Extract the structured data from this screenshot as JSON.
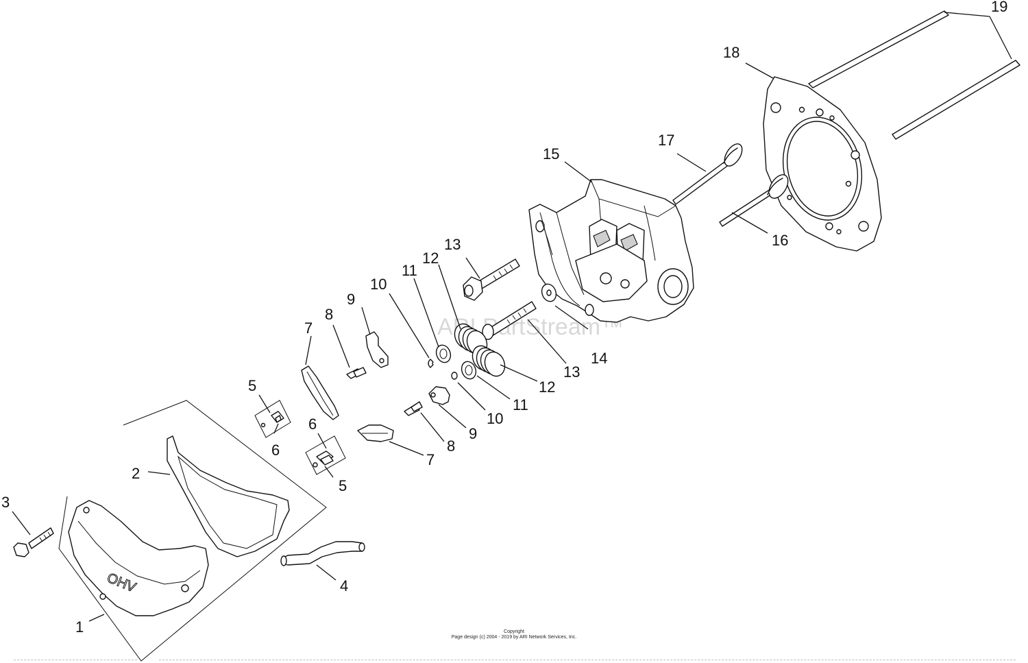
{
  "watermark": "ARI PartStream™",
  "copyright": {
    "line1": "Copyright",
    "line2": "Page design (c) 2004 - 2019 by ARI Network Services, Inc."
  },
  "callouts": {
    "n1": "1",
    "n2": "2",
    "n3": "3",
    "n4": "4",
    "n5a": "5",
    "n5b": "5",
    "n6a": "6",
    "n6b": "6",
    "n7a": "7",
    "n7b": "7",
    "n8a": "8",
    "n8b": "8",
    "n9a": "9",
    "n9b": "9",
    "n10a": "10",
    "n10b": "10",
    "n11a": "11",
    "n11b": "11",
    "n12a": "12",
    "n12b": "12",
    "n13a": "13",
    "n13b": "13",
    "n14": "14",
    "n15": "15",
    "n16": "16",
    "n17": "17",
    "n18": "18",
    "n19": "19"
  },
  "cover_embossed_text": "OHV"
}
